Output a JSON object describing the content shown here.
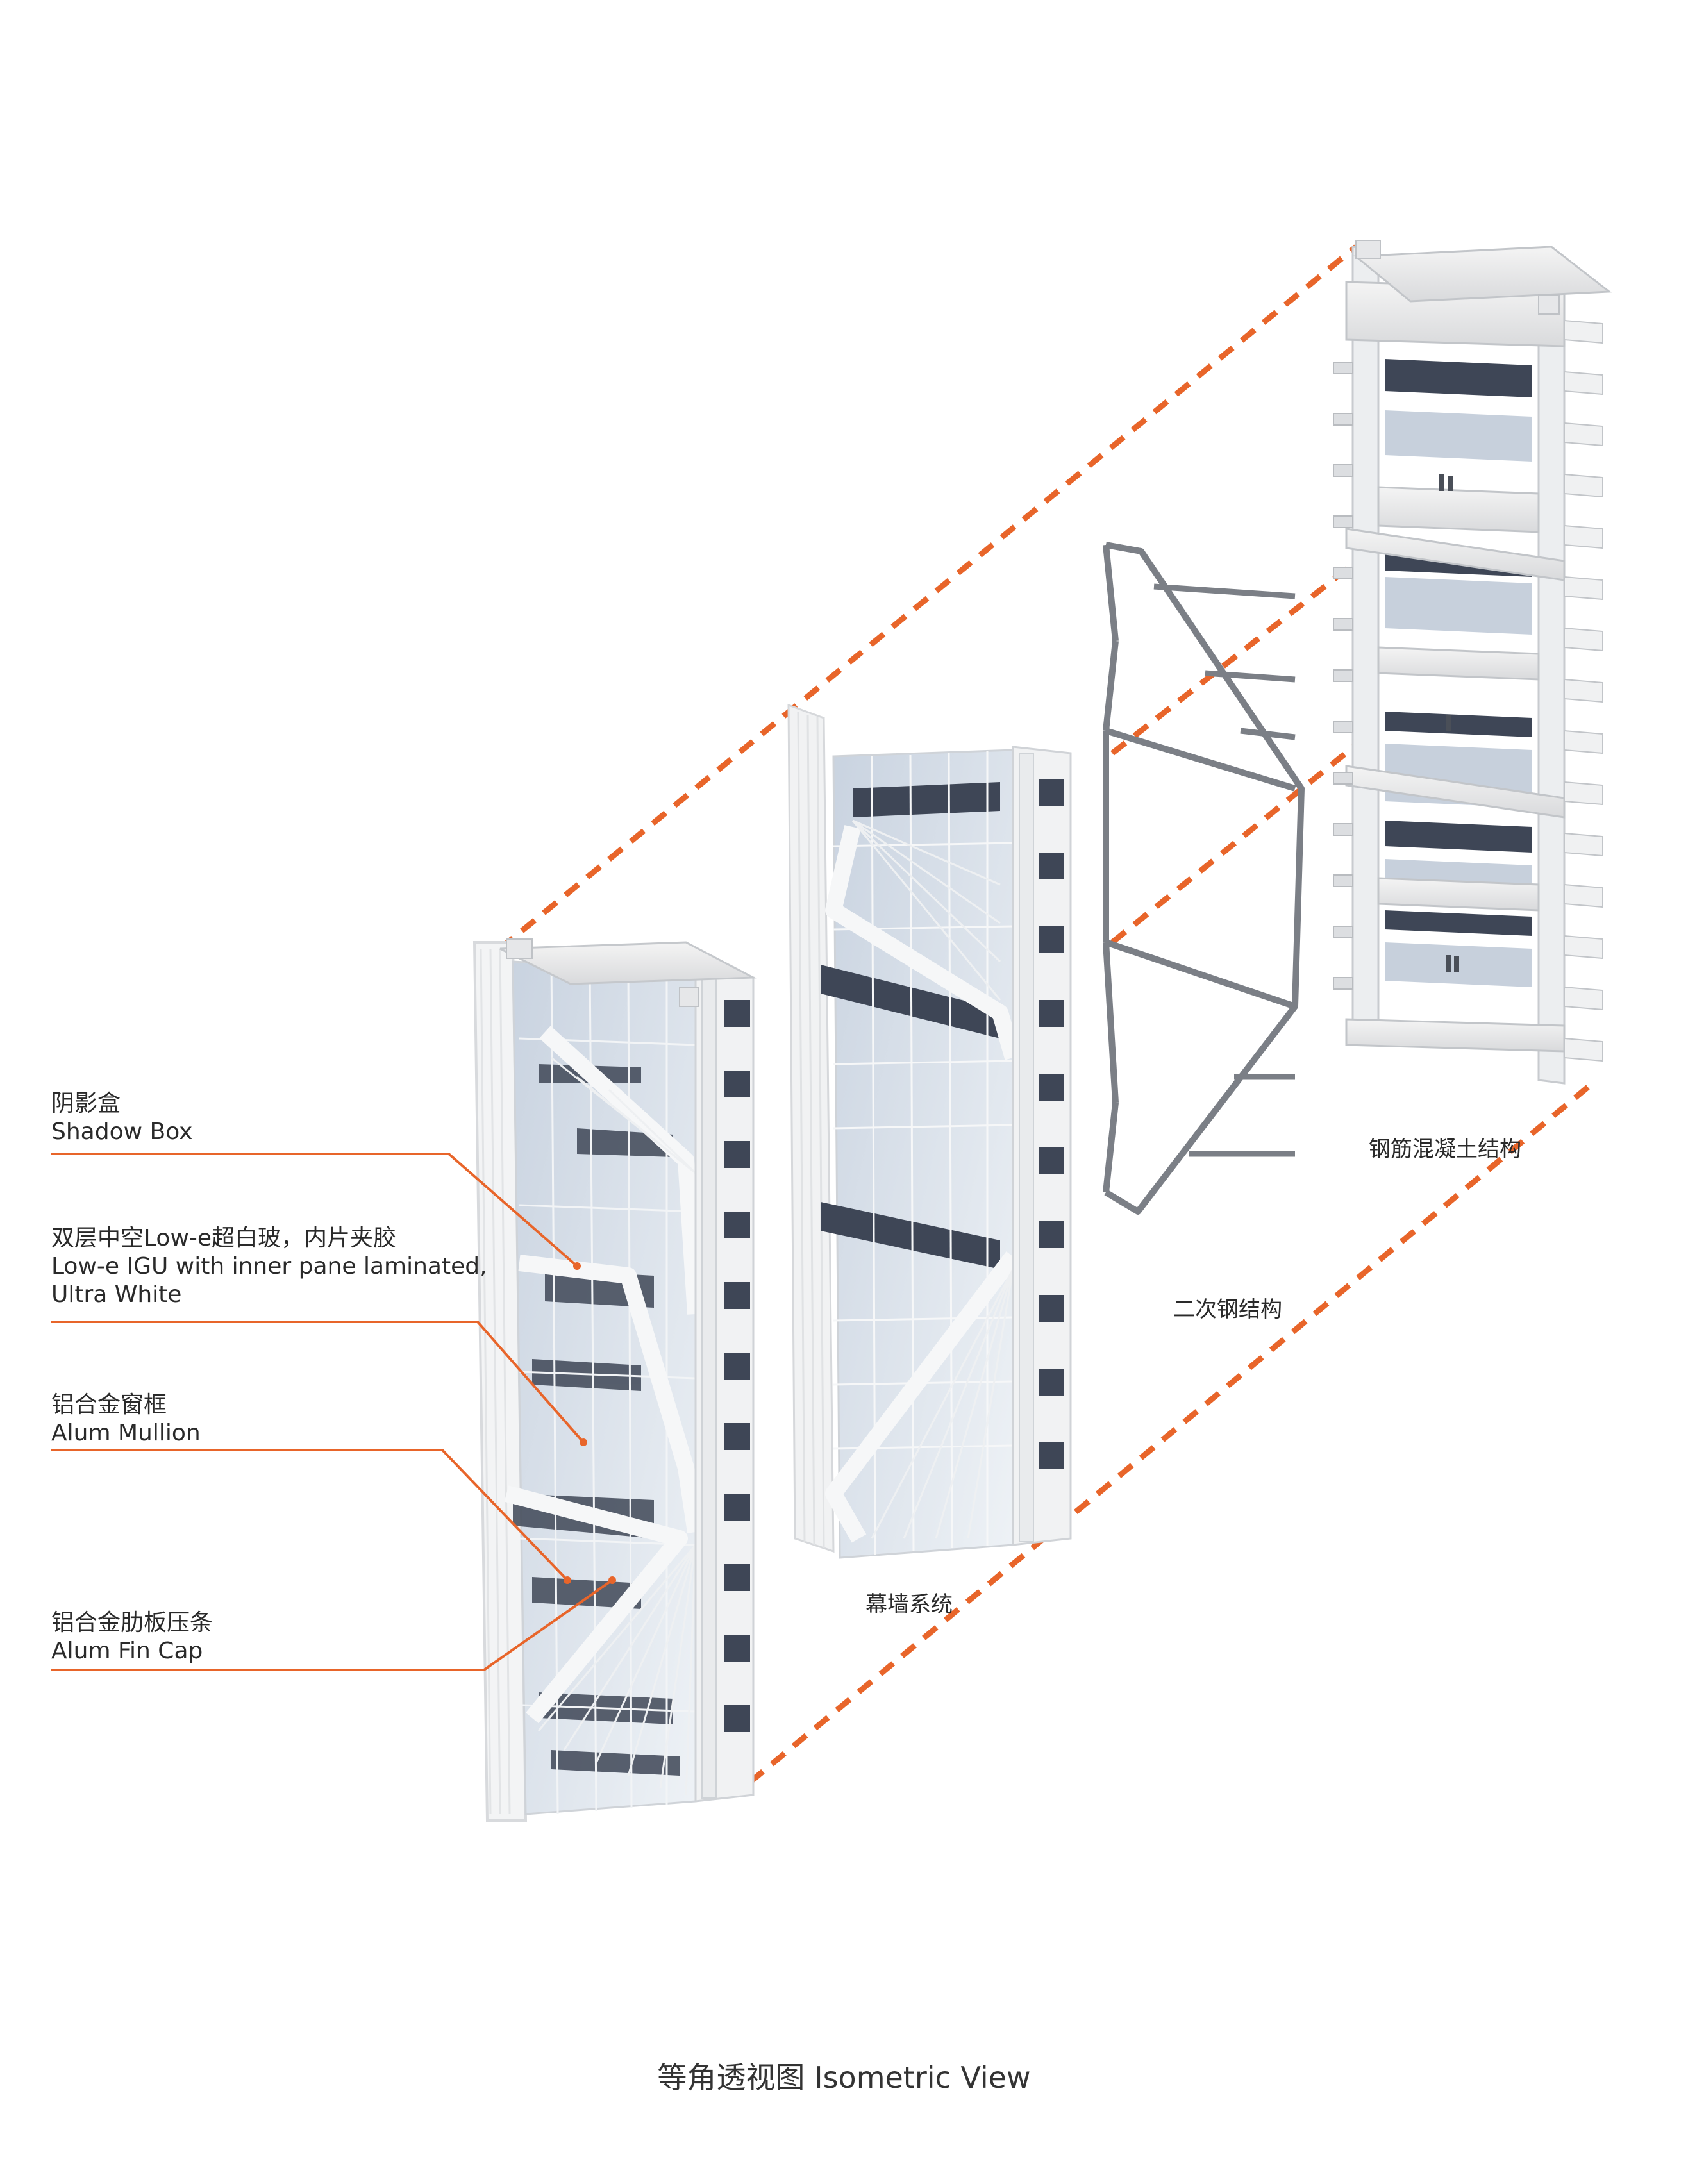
{
  "callouts": [
    {
      "zh": "阴影盒",
      "en": "Shadow Box"
    },
    {
      "zh": "双层中空Low-e超白玻，内片夹胶",
      "en": "Low-e IGU with inner pane laminated,",
      "en2": "Ultra White"
    },
    {
      "zh": "铝合金窗框",
      "en": "Alum Mullion"
    },
    {
      "zh": "铝合金肋板压条",
      "en": "Alum Fin Cap"
    }
  ],
  "components": {
    "curtain_wall": "幕墙系统",
    "secondary_steel": "二次钢结构",
    "concrete": "钢筋混凝土结构"
  },
  "caption": "等角透视图 Isometric View",
  "colors": {
    "accent": "#e8652a",
    "glass": "#4a5a72",
    "frame": "#eef0f2"
  }
}
